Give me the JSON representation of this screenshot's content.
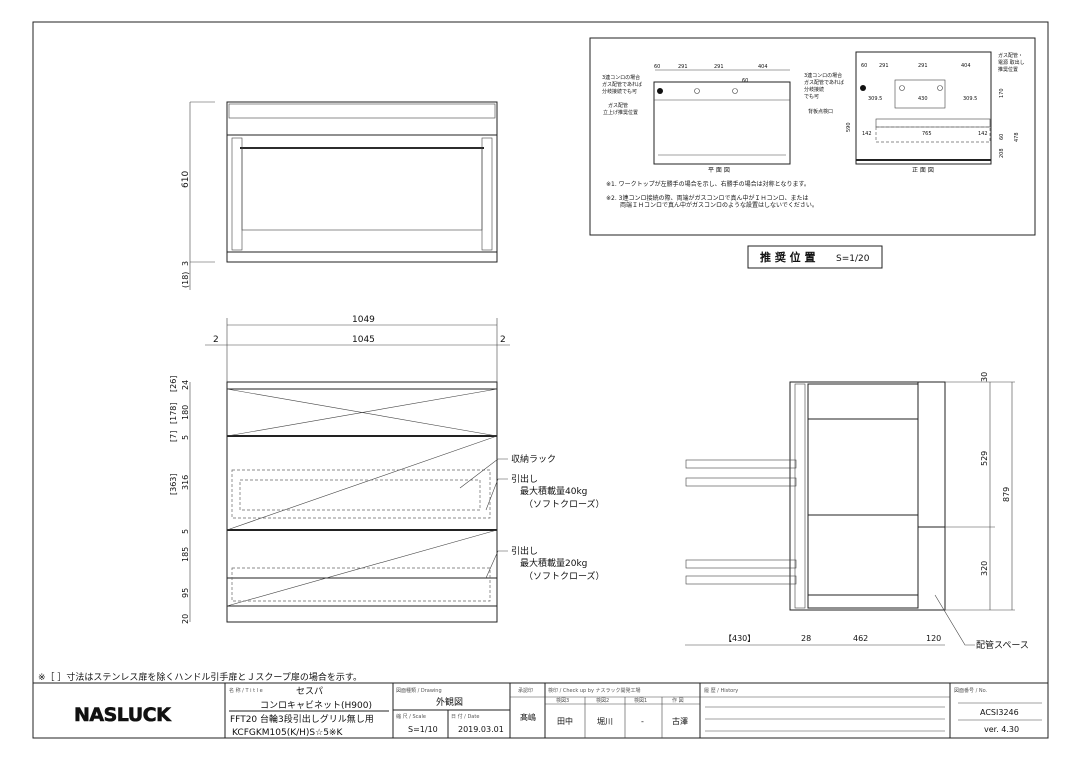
{
  "note_bracket": "※［ ］寸法はステンレス扉を除くハンドル引手扉とＪスクープ扉の場合を示す。",
  "top_view": {
    "dim_depth": "610",
    "dim_3": "3",
    "dim_18": "(18)"
  },
  "front_view": {
    "dim_overall": "1049",
    "dim_inner": "1045",
    "dim_side_left": "2",
    "dim_side_right": "2",
    "left_dims": [
      "24",
      "180",
      "5",
      "316",
      "5",
      "185",
      "95",
      "20"
    ],
    "bracket_dims": [
      "[26]",
      "[178]",
      "[7]",
      "[363]"
    ],
    "label_rack": "収納ラック",
    "drawer1": {
      "label": "引出し",
      "load": "最大積載量40kg",
      "close": "（ソフトクローズ）"
    },
    "drawer2": {
      "label": "引出し",
      "load": "最大積載量20kg",
      "close": "（ソフトクローズ）"
    }
  },
  "side_view": {
    "right_dims": [
      "30",
      "529",
      "320"
    ],
    "overall_height": "879",
    "bottom_dims": [
      "【430】",
      "28",
      "462",
      "120"
    ],
    "label_pipe_space": "配管スペース"
  },
  "recommended": {
    "plan": {
      "dims": [
        "60",
        "291",
        "291",
        "404",
        "60"
      ],
      "note_3burner": [
        "3連コンロの場合",
        "ガス配管であれば",
        "分岐接続でも可"
      ],
      "note_gas": [
        "ガス配管",
        "立上げ推奨位置"
      ],
      "caption": "平 面 図"
    },
    "elevation": {
      "dims": [
        "60",
        "291",
        "291",
        "404",
        "309.5",
        "430",
        "309.5",
        "142",
        "765",
        "142",
        "590",
        "170",
        "478",
        "60",
        "208"
      ],
      "note_3burner": [
        "3連コンロの場合",
        "ガス配管であれば",
        "分岐接続",
        "でも可"
      ],
      "note_back": "背板点検口",
      "note_gas": [
        "ガス配管・",
        "電源 取出し",
        "推奨位置"
      ],
      "caption": "正 面 図"
    },
    "note1": "※1. ワークトップが左勝手の場合を示し、右勝手の場合は対称となります。",
    "note2a": "※2. 3連コンロ接続の際、両端がガスコンロで真ん中がＩＨコンロ、または",
    "note2b": "両端ＩＨコンロで真ん中がガスコンロのような設置はしないでください。",
    "title": "推 奨 位 置",
    "scale": "S=1/20"
  },
  "title_block": {
    "logo": "NASLUCK",
    "title_label": "名 称 / T i t l e",
    "series": "セスパ",
    "name": "コンロキャビネット(H900)",
    "desc": "FFT20 台輪3段引出しグリル無し用",
    "model": "KCFGKM105(K/H)S☆5※K",
    "drawing_label": "図面種類 / Drawing",
    "drawing": "外観図",
    "scale_label": "縮 尺 / Scale",
    "scale": "S=1/10",
    "date_label": "日 付 / Date",
    "date": "2019.03.01",
    "approve_label": "承認印",
    "approver": "髙嶋",
    "check_label": "検印 / Check up by ナスラック開発工場",
    "check_cols": [
      "検図3",
      "検図2",
      "検図1",
      "作 図"
    ],
    "check_vals": [
      "田中",
      "堀川",
      "-",
      "古澤"
    ],
    "history_label": "履 歴 / History",
    "no_label": "図面番号 / No.",
    "number": "ACSI3246",
    "version": "ver. 4.30"
  }
}
